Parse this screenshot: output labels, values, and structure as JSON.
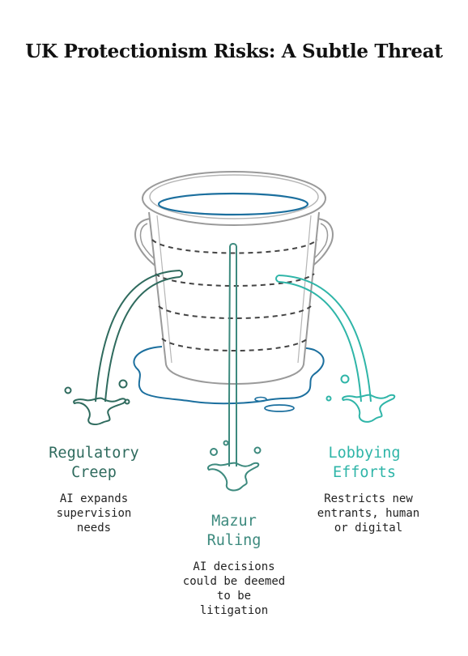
{
  "title": "UK Protectionism Risks: A Subtle Threat",
  "colors": {
    "bucket": "#9a9a9a",
    "water": "#1b6f9e",
    "dashes": "#444444",
    "regulatory": "#2f6b5e",
    "mazur": "#3d8a7e",
    "lobbying": "#2fb5a8"
  },
  "icons": [
    "bucket-icon",
    "water-puddle-icon",
    "leak-stream-icon",
    "splash-icon"
  ],
  "leaks": [
    {
      "label_line1": "Regulatory",
      "label_line2": "Creep",
      "desc_lines": [
        "AI expands",
        "supervision",
        "needs"
      ]
    },
    {
      "label_line1": "Mazur",
      "label_line2": "Ruling",
      "desc_lines": [
        "AI decisions",
        "could be deemed",
        "to be",
        "litigation"
      ]
    },
    {
      "label_line1": "Lobbying",
      "label_line2": "Efforts",
      "desc_lines": [
        "Restricts new",
        "entrants, human",
        "or digital"
      ]
    }
  ]
}
